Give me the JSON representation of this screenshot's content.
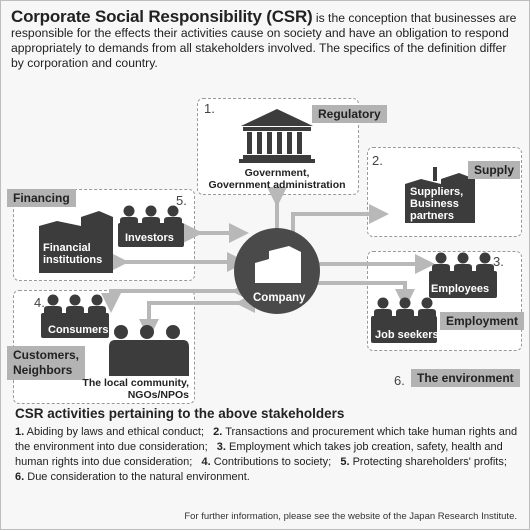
{
  "intro": {
    "title": "Corporate Social Responsibility (CSR)",
    "text": " is the conception that businesses are responsible for the effects their activities cause on society and have an obligation to respond appropriately to demands from all stakeholders involved. The specifics of the definition differ by corporation and country."
  },
  "stakeholders": {
    "regulatory": {
      "number": "1.",
      "tag": "Regulatory",
      "label_line1": "Government,",
      "label_line2": "Government administration"
    },
    "supply": {
      "number": "2.",
      "tag": "Supply",
      "label_line1": "Suppliers,",
      "label_line2": "Business",
      "label_line3": "partners"
    },
    "employment": {
      "number": "3.",
      "tag": "Employment",
      "employees": "Employees",
      "job_seekers": "Job seekers"
    },
    "customers": {
      "number": "4.",
      "tag_line1": "Customers,",
      "tag_line2": "Neighbors",
      "consumers": "Consumers",
      "community_line1": "The local community,",
      "community_line2": "NGOs/NPOs"
    },
    "financing": {
      "number": "5.",
      "tag": "Financing",
      "investors": "Investors",
      "institutions_line1": "Financial",
      "institutions_line2": "institutions"
    },
    "environment": {
      "number": "6.",
      "tag": "The environment"
    }
  },
  "center": {
    "label": "Company"
  },
  "activities": {
    "title": "CSR activities pertaining to the above stakeholders",
    "items": [
      {
        "num": "1.",
        "text": "Abiding by laws and ethical conduct;"
      },
      {
        "num": "2.",
        "text": "Transactions and procurement which take human rights and the environment into due consideration;"
      },
      {
        "num": "3.",
        "text": "Employment which takes job creation, safety, health and human rights into due consideration;"
      },
      {
        "num": "4.",
        "text": "Contributions to society;"
      },
      {
        "num": "5.",
        "text": "Protecting shareholders' profits;"
      },
      {
        "num": "6.",
        "text": "Due consideration to the natural environment."
      }
    ]
  },
  "footer": "For further information, please see the website of the Japan Research Institute.",
  "colors": {
    "background": "#f7f7f7",
    "tag": "#b3b3b3",
    "silhouette": "#3c3c3c",
    "company": "#4a4a4a",
    "arrow": "#b8b8b8"
  }
}
